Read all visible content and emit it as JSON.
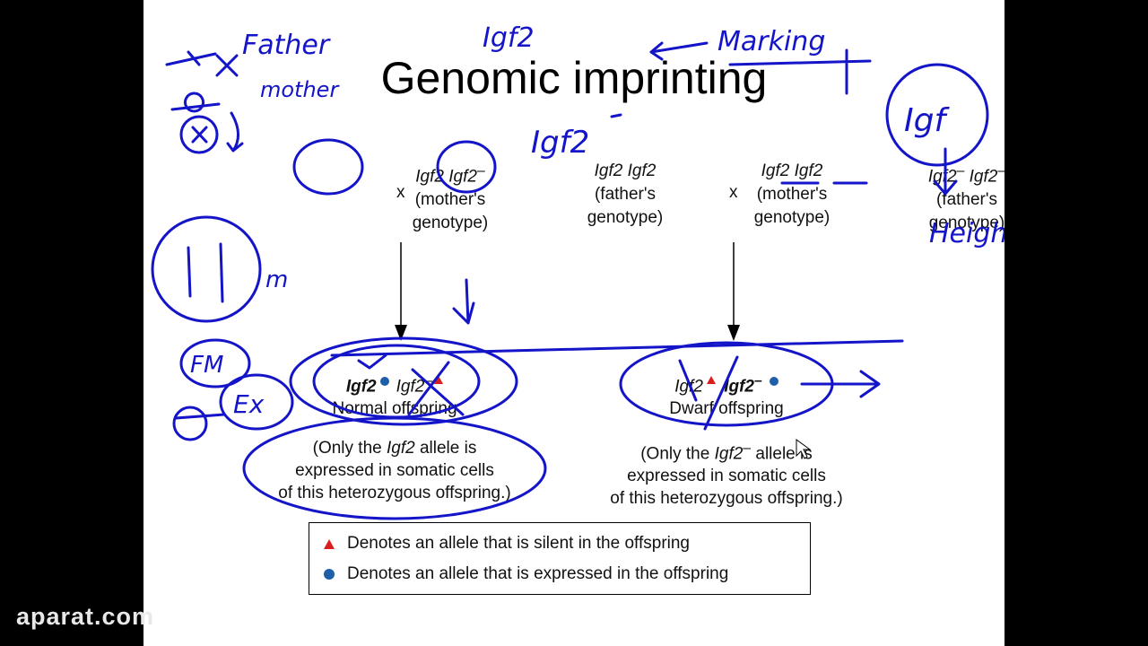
{
  "slide": {
    "title": "Genomic imprinting",
    "cross_left": {
      "mother": {
        "allele_a": "Igf2",
        "allele_b": "Igf2",
        "allele_b_sup": "–",
        "label_1": "(mother's",
        "label_2": "genotype)"
      },
      "cross_symbol": "x",
      "father": {
        "allele_a": "Igf2",
        "allele_b": "Igf2",
        "label_1": "(father's",
        "label_2": "genotype)"
      }
    },
    "cross_right": {
      "mother": {
        "allele_a": "Igf2",
        "allele_b": "Igf2",
        "label_1": "(mother's",
        "label_2": "genotype)"
      },
      "cross_symbol": "x",
      "father": {
        "allele_a": "Igf2",
        "allele_a_sup": "–",
        "allele_b": "Igf2",
        "allele_b_sup": "–",
        "label_1": "(father's",
        "label_2": "genotype)"
      }
    },
    "offspring_left": {
      "allele_a": "Igf2",
      "allele_b": "Igf2",
      "allele_b_sup": "–",
      "label": "Normal offspring",
      "note_1a": "(Only the ",
      "note_1b": "Igf2",
      "note_1c": " allele is",
      "note_2": "expressed in somatic cells",
      "note_3": "of this heterozygous offspring.)"
    },
    "offspring_right": {
      "allele_a": "Igf2",
      "allele_b": "Igf2",
      "allele_b_sup": "–",
      "label": "Dwarf offspring",
      "note_1a": "(Only the ",
      "note_1b": "Igf2",
      "note_1sup": "–",
      "note_1c": " allele is",
      "note_2": "expressed in somatic cells",
      "note_3": "of this heterozygous offspring.)"
    },
    "legend": {
      "silent": "Denotes an allele that is silent in the offspring",
      "expressed": "Denotes an allele that is expressed in the offspring"
    }
  },
  "annotations": {
    "father": "Father",
    "mother": "mother",
    "igf2_top": "Igf2",
    "marking": "Marking",
    "igf2_minus": "Igf2",
    "igf_circle": "Igf",
    "height": "Height",
    "m": "m",
    "fm": "FM",
    "ex": "Ex"
  },
  "watermark": "aparat.com",
  "colors": {
    "ink": "#1414c8",
    "silent_marker": "#d81e1e",
    "expressed_marker": "#1d5fa8"
  }
}
